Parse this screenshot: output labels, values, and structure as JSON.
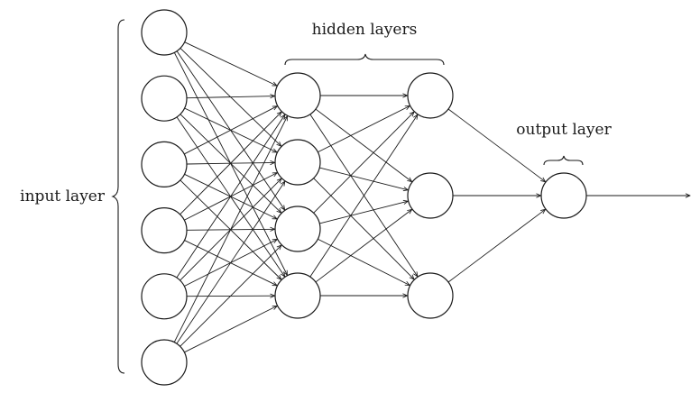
{
  "labels": {
    "input": "input layer",
    "hidden": "hidden layers",
    "output": "output layer"
  },
  "network": {
    "layer_sizes": [
      6,
      4,
      3,
      1
    ],
    "fully_connected": true,
    "output_arrow": true
  }
}
